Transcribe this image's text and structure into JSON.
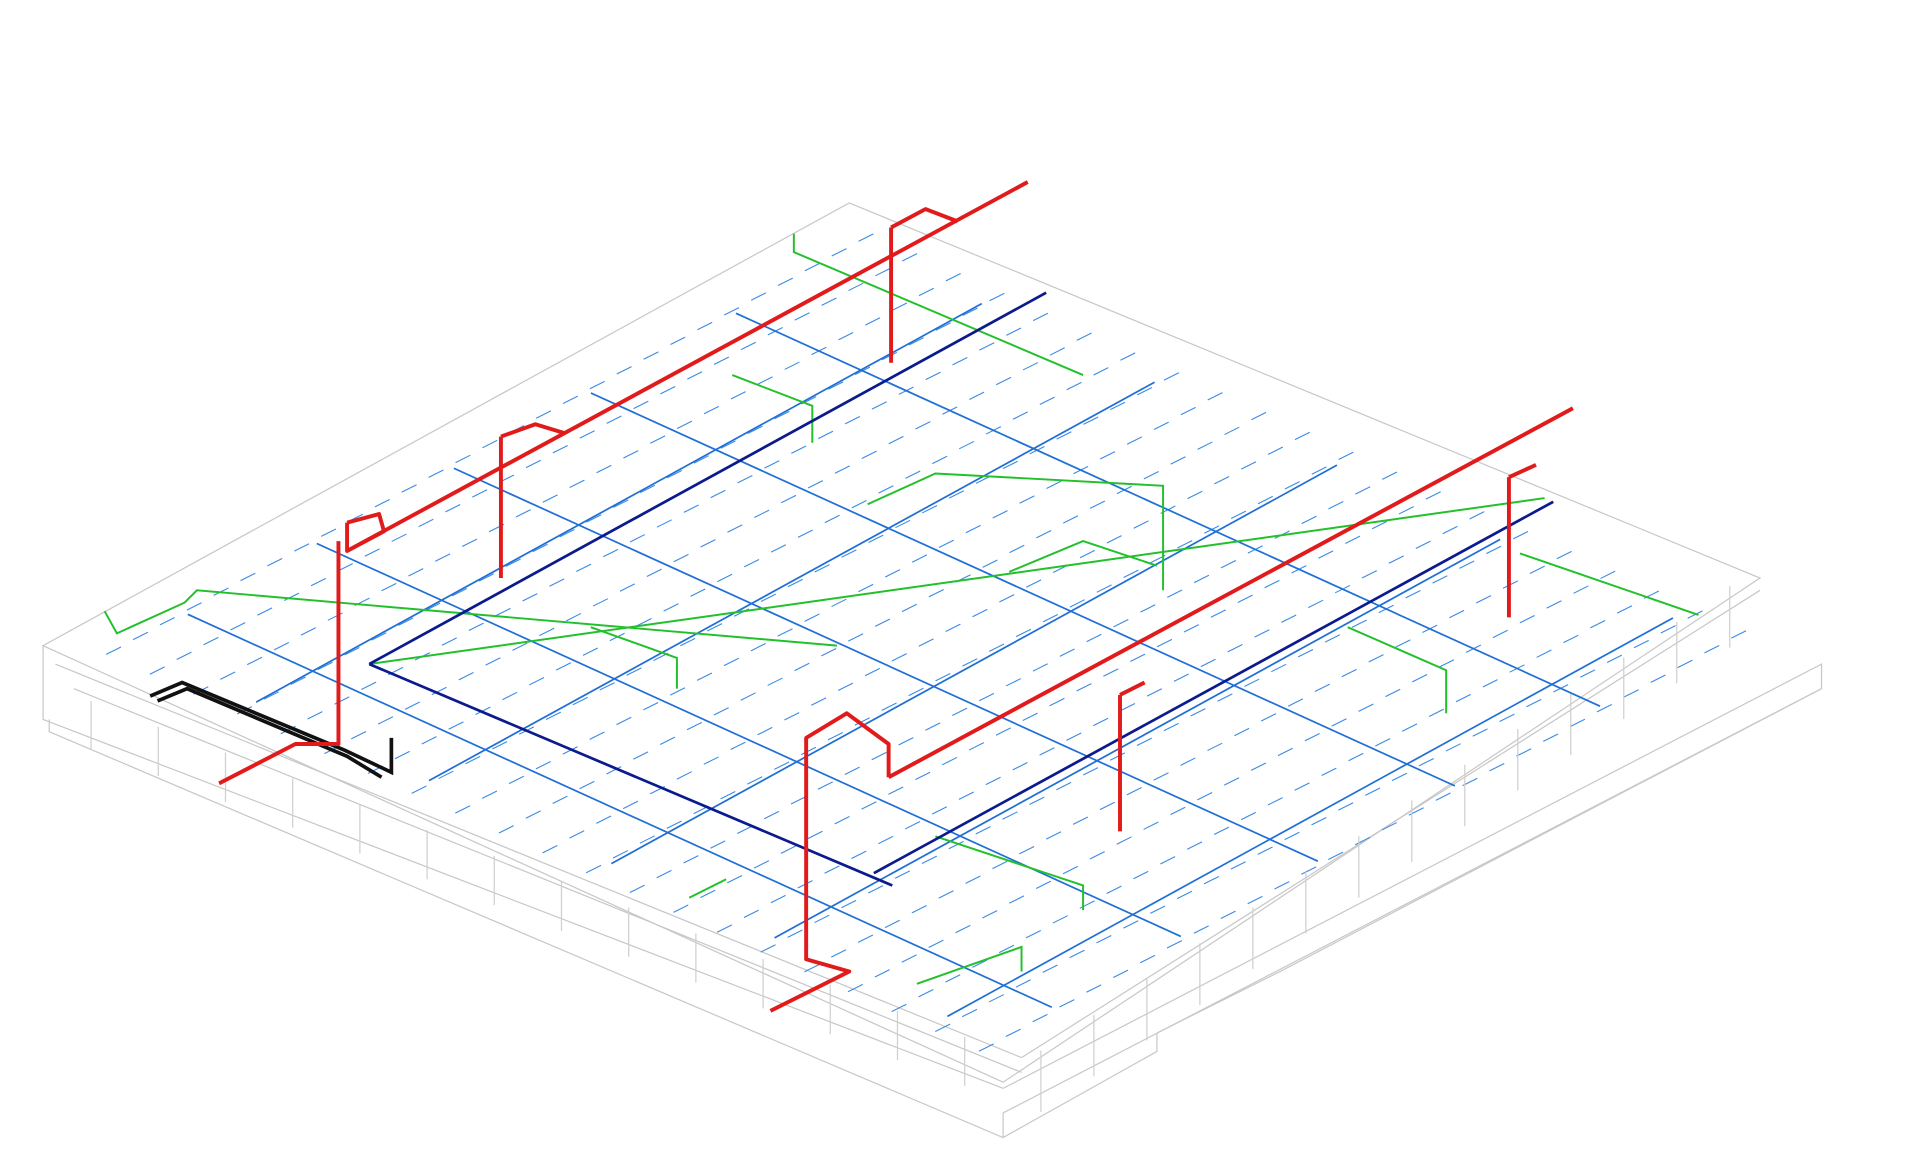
{
  "diagram": {
    "kind": "isometric piping layout",
    "systems": [
      {
        "id": "red-main",
        "color": "#e11b1b",
        "legend": ""
      },
      {
        "id": "blue-branch",
        "color": "#1f6fd6",
        "legend": ""
      },
      {
        "id": "navy-main",
        "color": "#0b1a8c",
        "legend": ""
      },
      {
        "id": "green-line",
        "color": "#22c02b",
        "legend": ""
      },
      {
        "id": "sprinkler-heads",
        "color": "#3a8be6",
        "legend": ""
      },
      {
        "id": "black-line",
        "color": "#111111",
        "legend": ""
      },
      {
        "id": "structure-outline",
        "color": "#c8c8c8",
        "legend": ""
      }
    ]
  }
}
